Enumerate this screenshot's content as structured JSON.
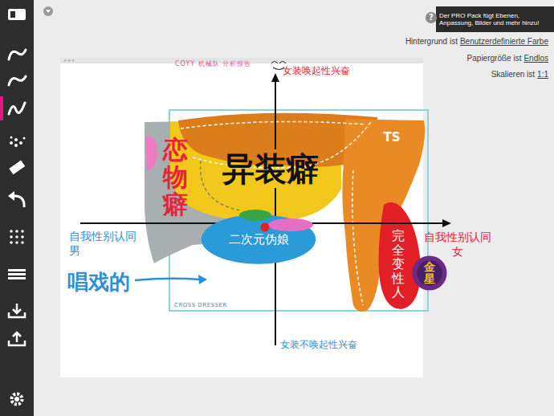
{
  "diagram": {
    "title": "COYY 机械队 分析报告",
    "nodes": [
      {
        "text": [
          "Der PRO Pack fügt Ebenen, Anpassung, Bilder und mehr hinzu!"
        ]
      },
      {
        "text": [
          "CROSS DRESSER"
        ]
      },
      {
        "text": [
          "恋物癖"
        ]
      },
      {
        "text": [
          "异装癖"
        ]
      },
      {
        "text": [
          "TS"
        ]
      },
      {
        "text": [
          "二次元伪娘"
        ]
      },
      {
        "text": [
          "完全变性人"
        ]
      },
      {
        "text": [
          "金星"
        ]
      }
    ],
    "labels": [
      "?",
      "Hintergrund ist",
      "Benutzerdefinierte Farbe",
      "Papiergröße ist",
      "Endlos",
      "Skalieren ist",
      "1:1",
      "女装唤起性兴奋",
      "自我性别认同 男",
      "自我性别认同 女",
      "唱戏的",
      "女装不唤起性兴奋"
    ]
  }
}
